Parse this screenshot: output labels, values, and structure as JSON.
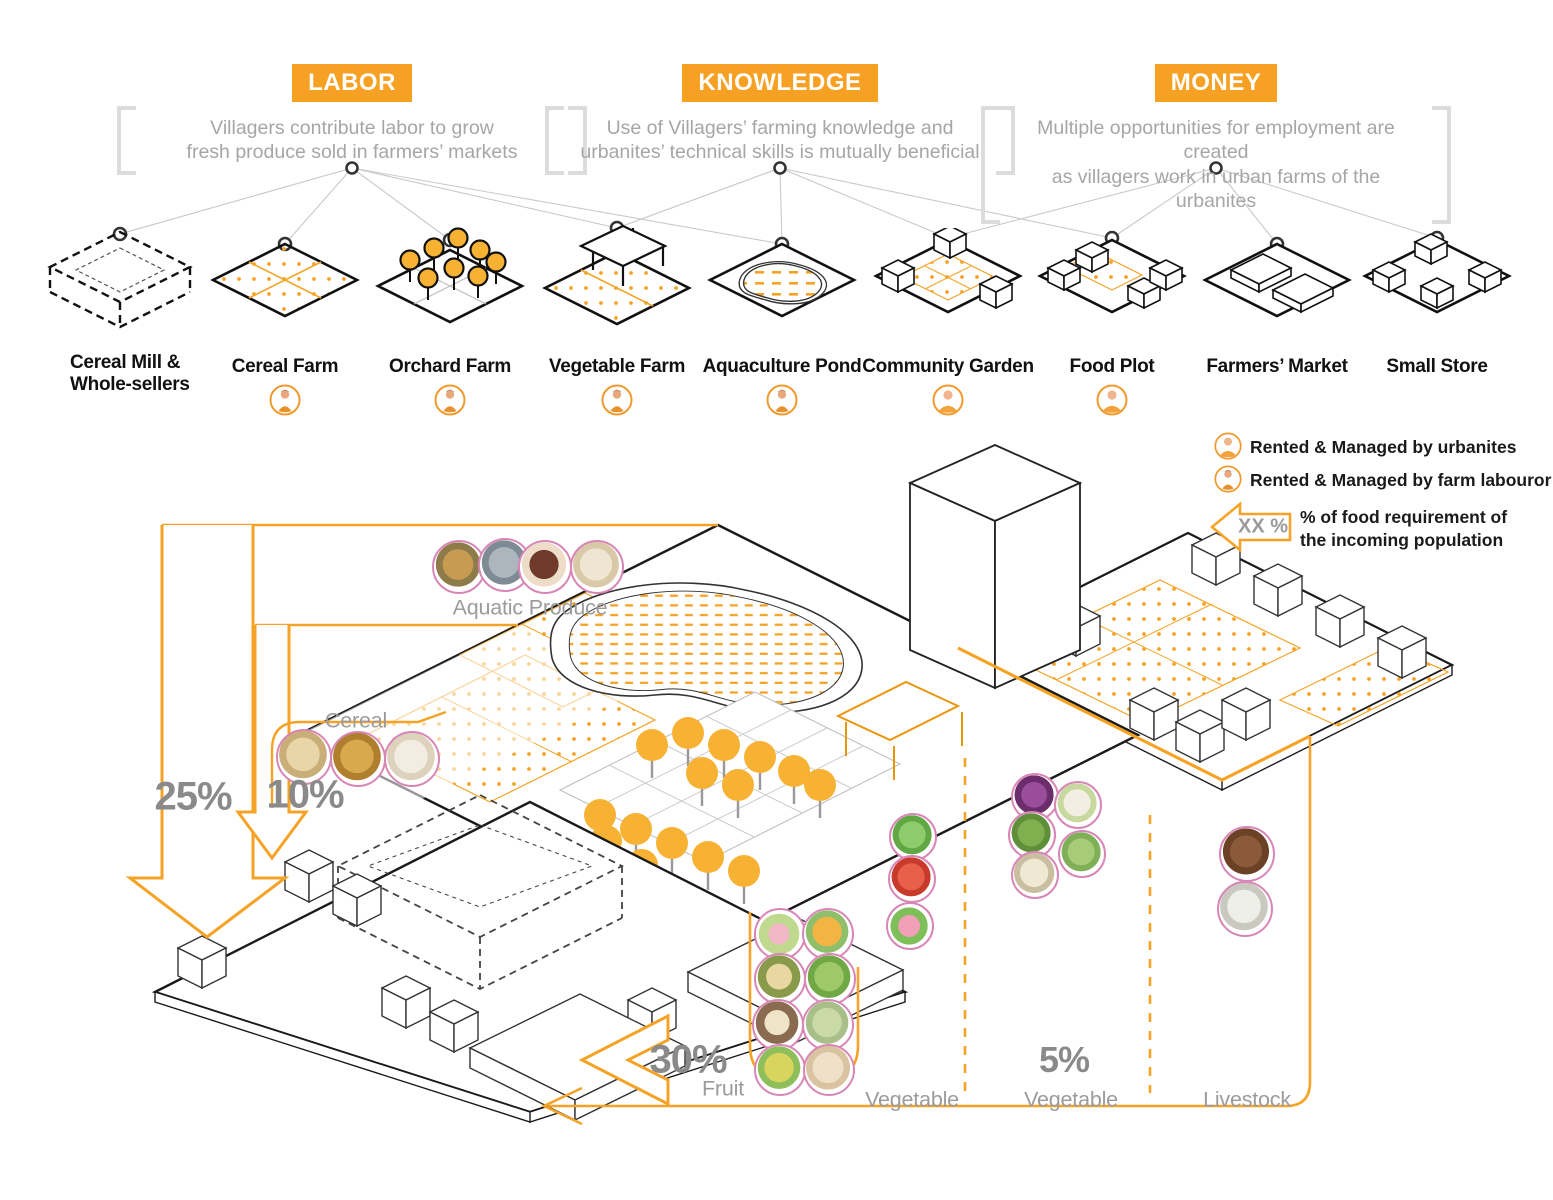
{
  "categories": [
    {
      "label": "LABOR",
      "description_line1": "Villagers contribute labor to grow",
      "description_line2": "fresh produce sold in farmers’ markets"
    },
    {
      "label": "KNOWLEDGE",
      "description_line1": "Use of Villagers’ farming knowledge and",
      "description_line2": "urbanites’ technical skills is mutually beneficial"
    },
    {
      "label": "MONEY",
      "description_line1": "Multiple opportunities for employment are created",
      "description_line2": "as villagers work in urban farms of the urbanites"
    }
  ],
  "facilities": [
    {
      "line1": "Cereal Mill &",
      "line2": "Whole-sellers",
      "manager": null
    },
    {
      "line1": "Cereal Farm",
      "line2": "",
      "manager": "farm-labourer"
    },
    {
      "line1": "Orchard Farm",
      "line2": "",
      "manager": "farm-labourer"
    },
    {
      "line1": "Vegetable Farm",
      "line2": "",
      "manager": "farm-labourer"
    },
    {
      "line1": "Aquaculture Pond",
      "line2": "",
      "manager": "farm-labourer"
    },
    {
      "line1": "Community Garden",
      "line2": "",
      "manager": "urbanite"
    },
    {
      "line1": "Food Plot",
      "line2": "",
      "manager": "urbanite"
    },
    {
      "line1": "Farmers’ Market",
      "line2": "",
      "manager": null
    },
    {
      "line1": "Small Store",
      "line2": "",
      "manager": null
    }
  ],
  "legend": {
    "urbanites": "Rented & Managed by urbanites",
    "labourer": "Rented & Managed by farm labouror",
    "arrow_label": "XX %",
    "note_line1": "% of food requirement of",
    "note_line2": "the incoming population"
  },
  "produce": {
    "aquatic": {
      "label": "Aquatic Produce",
      "percent": "25%",
      "items": [
        "carp-icon",
        "tilapia-icon",
        "water-chestnut-icon",
        "lotus-root-icon"
      ]
    },
    "cereal": {
      "label": "Cereal",
      "percent": "10%",
      "items": [
        "soybean-icon",
        "wheat-icon",
        "rice-icon"
      ]
    },
    "fruit": {
      "label": "Fruit",
      "percent": "30%",
      "items": [
        "guava-icon",
        "mango-icon",
        "jackfruit-icon",
        "lime-icon",
        "wood-apple-icon",
        "custard-apple-icon",
        "pear-icon",
        "cashew-icon"
      ]
    },
    "vegetable_market": {
      "label": "Vegetable",
      "items": [
        "leafy-greens-icon",
        "tomato-icon",
        "radish-icon"
      ]
    },
    "vegetable_garden": {
      "label": "Vegetable",
      "percent": "5%",
      "items": [
        "eggplant-icon",
        "cauliflower-icon",
        "okra-icon",
        "cabbage-icon",
        "beans-icon"
      ]
    },
    "livestock": {
      "label": "Livestock",
      "items": [
        "cow-icon",
        "poultry-icon"
      ]
    }
  },
  "colors": {
    "accent_orange": "#F5A326",
    "badge_orange": "#F6A124",
    "description_gray": "#A6A6A6",
    "percent_gray": "#8A8A8A",
    "produce_circle_pink": "#D886B6",
    "tree_orange": "#F7B233"
  }
}
